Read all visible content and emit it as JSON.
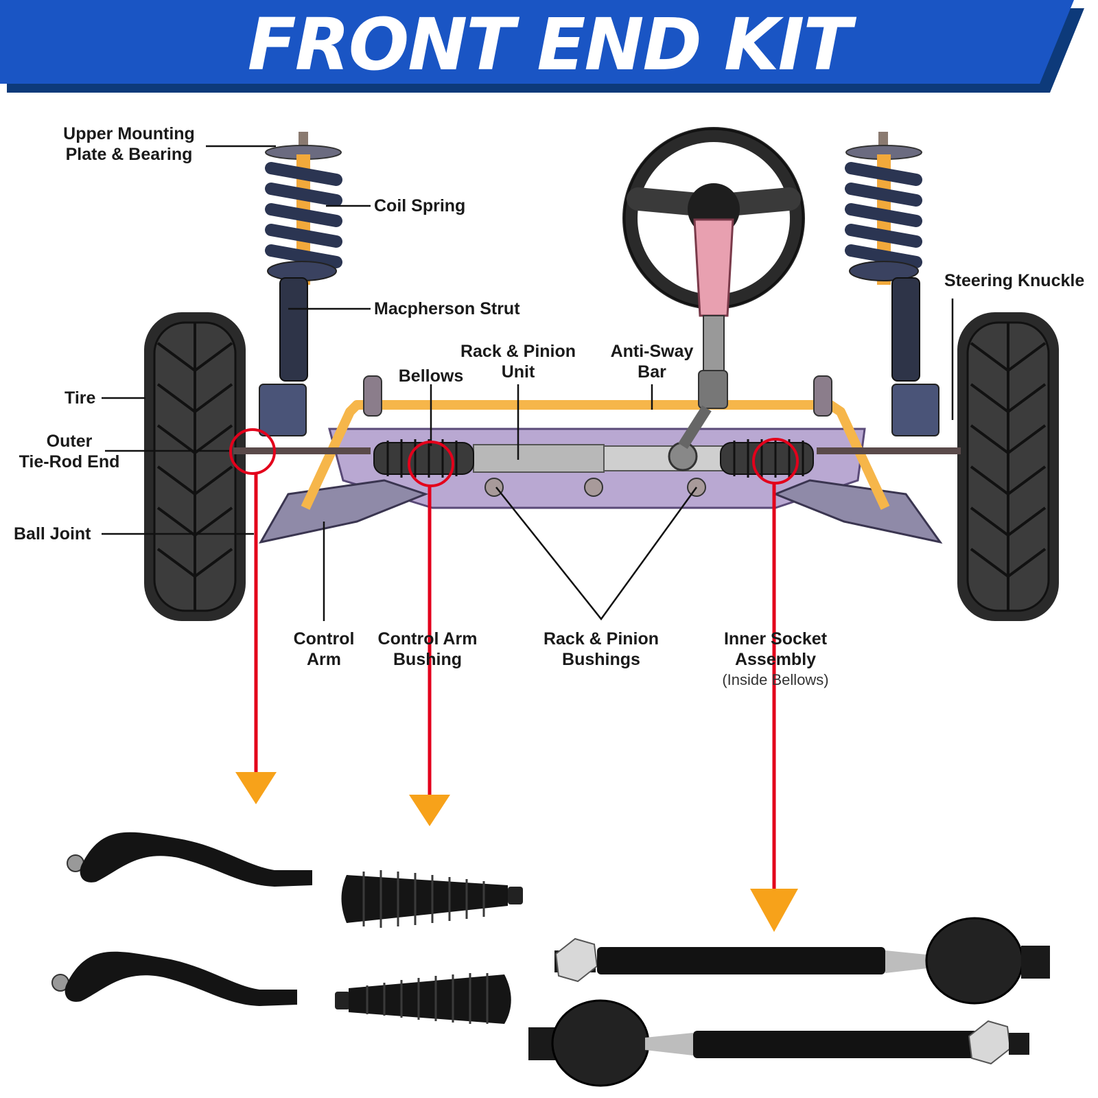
{
  "header": {
    "title": "FRONT END KIT"
  },
  "colors": {
    "banner_blue": "#1a55c4",
    "banner_dark": "#0d3a7a",
    "callout_red": "#e3001b",
    "arrow_orange": "#f7a21a",
    "sway_bar": "#f6b64a",
    "subframe": "#b9a8d2",
    "spring": "#2b3552",
    "part_black": "#111111"
  },
  "labels": {
    "upper_mount_1": "Upper Mounting",
    "upper_mount_2": "Plate & Bearing",
    "coil_spring": "Coil Spring",
    "macpherson": "Macpherson Strut",
    "steering_knuckle": "Steering Knuckle",
    "rack_unit_1": "Rack & Pinion",
    "rack_unit_2": "Unit",
    "anti_sway_1": "Anti-Sway",
    "anti_sway_2": "Bar",
    "bellows": "Bellows",
    "tire": "Tire",
    "outer_tie_1": "Outer",
    "outer_tie_2": "Tie-Rod End",
    "ball_joint": "Ball Joint",
    "control_arm_1": "Control",
    "control_arm_2": "Arm",
    "ca_bushing_1": "Control Arm",
    "ca_bushing_2": "Bushing",
    "rp_bushings_1": "Rack & Pinion",
    "rp_bushings_2": "Bushings",
    "inner_socket_1": "Inner Socket",
    "inner_socket_2": "Assembly",
    "inner_socket_3": "(Inside Bellows)"
  }
}
